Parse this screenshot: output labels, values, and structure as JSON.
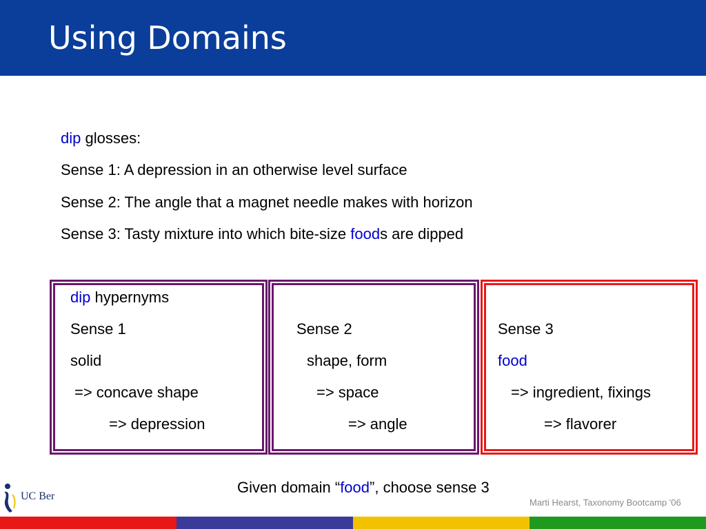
{
  "slide": {
    "title": "Using Domains"
  },
  "glosses": {
    "heading_word": "dip",
    "heading_rest": " glosses:",
    "sense1": "Sense 1: A depression in an otherwise level surface",
    "sense2": "Sense 2: The angle that a magnet needle makes with horizon",
    "sense3_before": "Sense 3: Tasty mixture into which bite-size ",
    "sense3_highlight": "food",
    "sense3_after": "s are dipped"
  },
  "boxes": [
    {
      "heading_word": "dip",
      "heading_rest": " hypernyms",
      "sense": "Sense 1",
      "line1": "solid",
      "line2": "=> concave shape",
      "line3": "=> depression"
    },
    {
      "sense": "Sense 2",
      "line1": "shape, form",
      "line2": "=> space",
      "line3": "=> angle"
    },
    {
      "sense": "Sense 3",
      "line1": "food",
      "line2": "=> ingredient, fixings",
      "line3": "=> flavorer"
    }
  ],
  "footer": {
    "note_before": "Given domain “",
    "note_highlight": "food",
    "note_after": "”, choose sense 3",
    "logo_text": "UC Ber",
    "credit": "Marti Hearst,  Taxonomy Bootcamp '06"
  },
  "colors": {
    "header": "#0b3d9a",
    "highlight": "#0000cc",
    "box_purple": "#6a176d",
    "box_red": "#e81818",
    "bar": [
      "#e81818",
      "#3a3a9a",
      "#f2c200",
      "#1f9a1f"
    ]
  }
}
